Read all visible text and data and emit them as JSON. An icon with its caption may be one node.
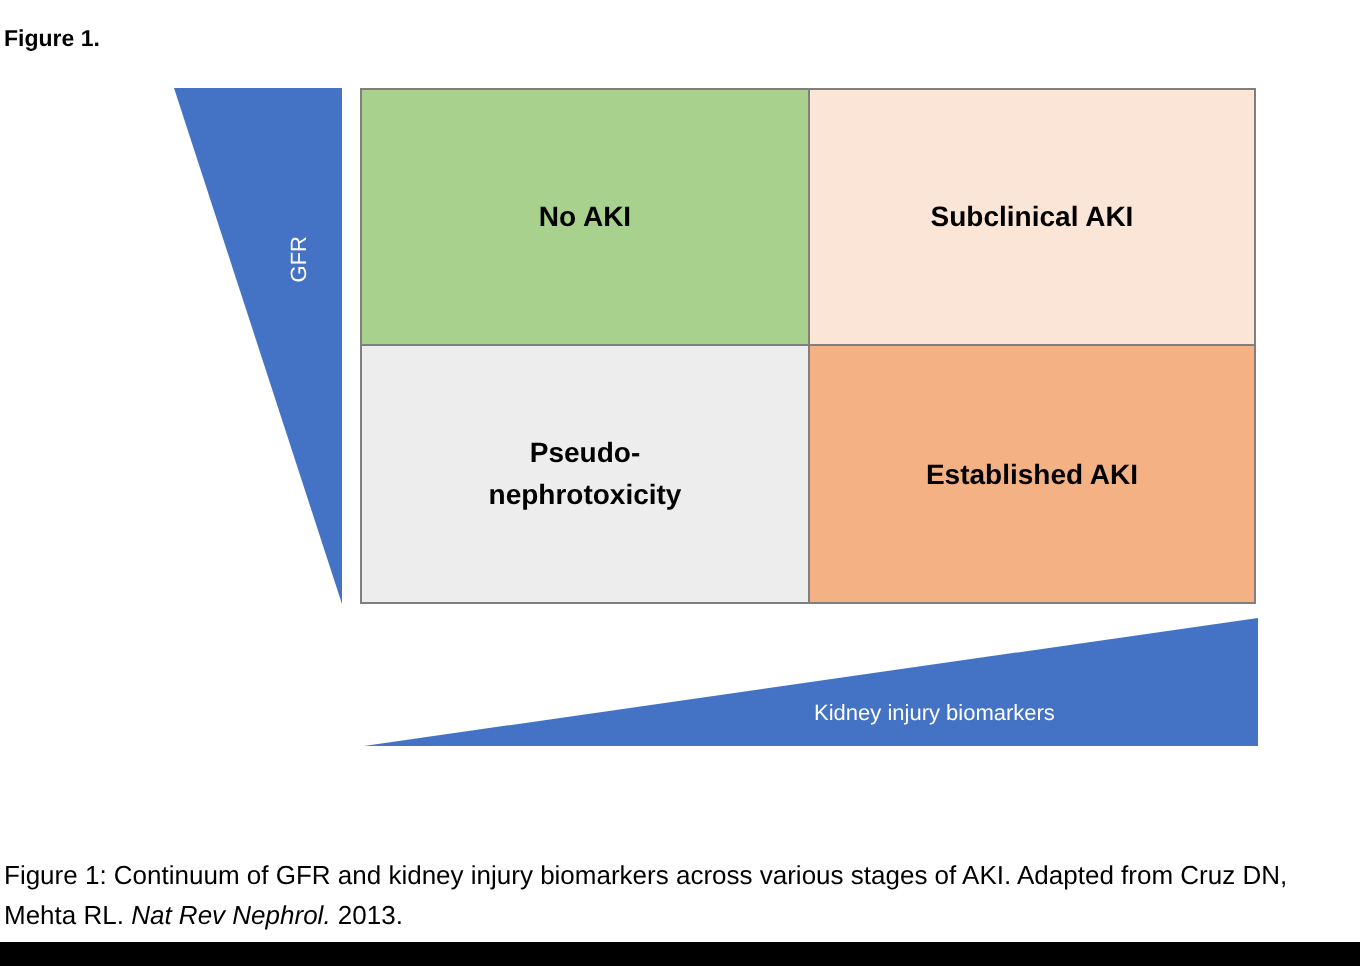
{
  "diagram": {
    "title": "Figure 1.",
    "caption": "Figure 1: Continuum of GFR and kidney injury biomarkers across various stages of AKI. Adapted from Cruz DN, Mehta RL. *Nat Rev Nephrol.* 2013.",
    "nodes": [
      {
        "text": [
          "GFR"
        ]
      },
      {
        "text": [
          "No AKI"
        ]
      },
      {
        "text": [
          "Subclinical AKI"
        ]
      },
      {
        "text": [
          "Pseudo- nephrotoxicity"
        ]
      },
      {
        "text": [
          "Established AKI"
        ]
      },
      {
        "text": [
          "Kidney injury biomarkers"
        ]
      }
    ]
  }
}
